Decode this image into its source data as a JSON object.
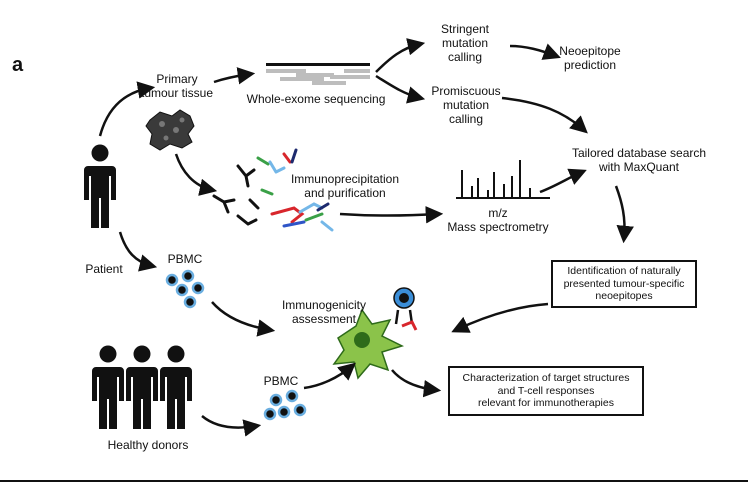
{
  "panel_label": "a",
  "nodes": {
    "primary_tumour": [
      "Primary",
      "tumour tissue"
    ],
    "wes": "Whole-exome sequencing",
    "stringent": [
      "Stringent",
      "mutation",
      "calling"
    ],
    "promiscuous": [
      "Promiscuous",
      "mutation",
      "calling"
    ],
    "neoepitope": [
      "Neoepitope",
      "prediction"
    ],
    "tailored": [
      "Tailored database search",
      "with MaxQuant"
    ],
    "immunoprecip": [
      "Immunoprecipitation",
      "and purification"
    ],
    "mz": "m/z",
    "mass_spec": "Mass spectrometry",
    "patient": "Patient",
    "pbmc_patient": "PBMC",
    "immunogenicity": [
      "Immunogenicity",
      "assessment"
    ],
    "pbmc_donor": "PBMC",
    "healthy_donors": "Healthy donors",
    "identification_box": [
      "Identification of naturally",
      "presented tumour-specific",
      "neoepitopes"
    ],
    "characterization_box": [
      "Characterization of target structures",
      "and T-cell responses",
      "relevant for immunotherapies"
    ]
  },
  "colors": {
    "ink": "#111111",
    "tissue": "#3a3a3a",
    "pbmc_ring": "#6aaee0",
    "cell_green": "#8bc34a",
    "cell_dark_green": "#2e6b1a",
    "tcell_blue": "#3b8ed8",
    "peptide_red": "#d8262c",
    "peptide_green": "#3aa047",
    "peptide_blue": "#2f55c7",
    "peptide_lightblue": "#74b7e8",
    "peptide_navy": "#1d2a6e",
    "wes_bar": "#bdbdbd"
  }
}
